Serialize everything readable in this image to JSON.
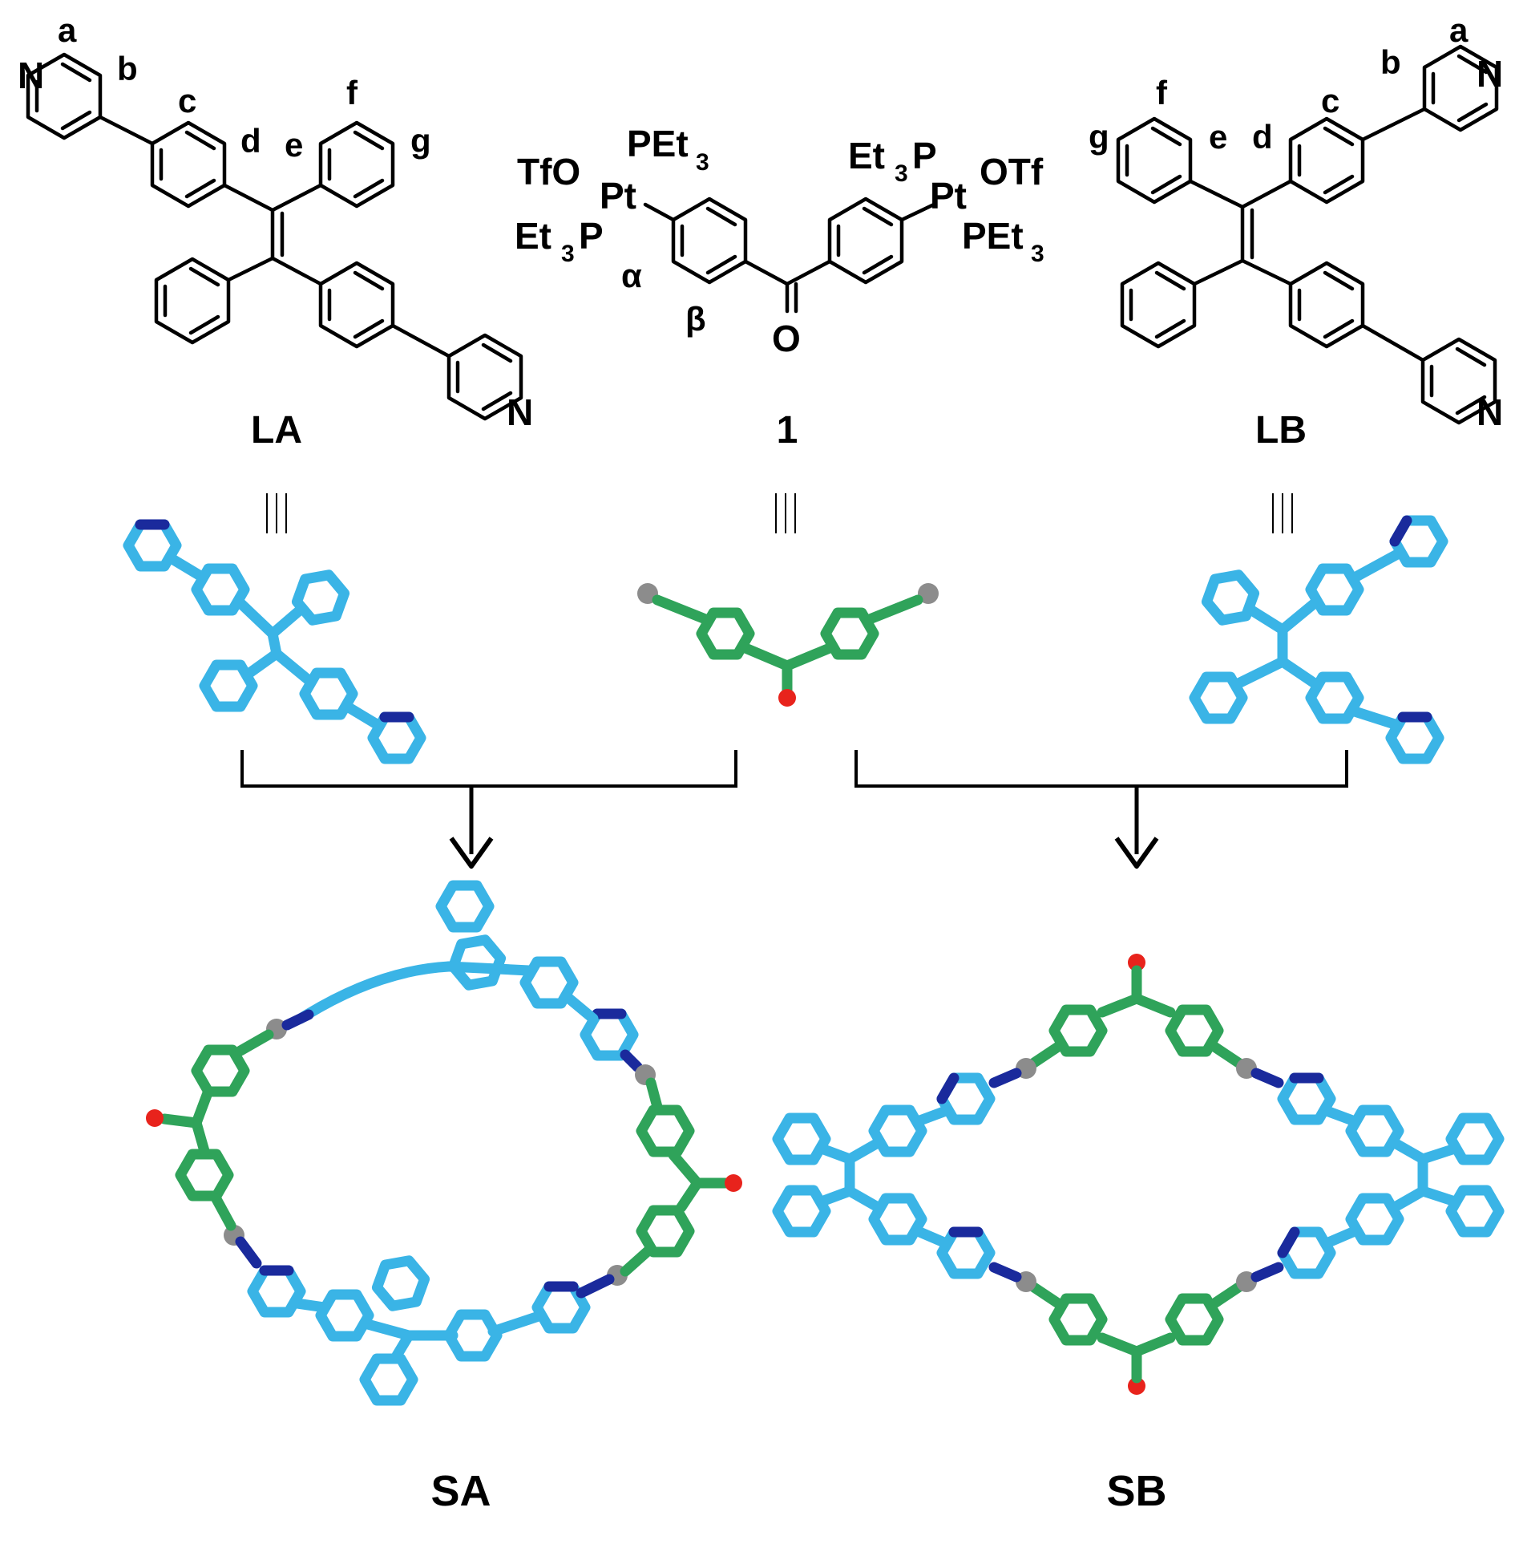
{
  "atoms": {
    "N": "N",
    "O": "O",
    "Pt": "Pt",
    "TfO": "TfO",
    "OTf": "OTf",
    "PEt": "PEt",
    "Et": "Et",
    "P": "P",
    "sub3": "3"
  },
  "proton_labels": {
    "a": "a",
    "b": "b",
    "c": "c",
    "d": "d",
    "e": "e",
    "f": "f",
    "g": "g",
    "alpha": "α",
    "beta": "β"
  },
  "compounds": {
    "left_ligand": "LA",
    "center_complex": "1",
    "right_ligand": "LB",
    "product_left": "SA",
    "product_right": "SB"
  },
  "colors": {
    "ligand_carbon": "#3ab4e6",
    "ligand_nitrogen": "#1a2a9c",
    "acceptor_carbon": "#2fa35a",
    "oxygen": "#e8231c",
    "platinum": "#8c8c8c"
  }
}
